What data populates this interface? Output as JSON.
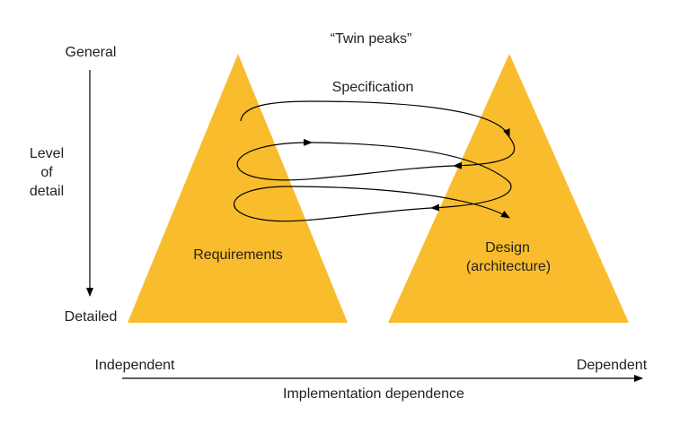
{
  "title": "“Twin peaks”",
  "top_arrow_label": "Specification",
  "left_axis": {
    "top_label": "General",
    "middle_label_lines": [
      "Level",
      "of",
      "detail"
    ],
    "bottom_label": "Detailed"
  },
  "peaks": {
    "left_label": "Requirements",
    "right_label_lines": [
      "Design",
      "(architecture)"
    ],
    "fill_color": "#F9BC2C"
  },
  "bottom_axis": {
    "left_label": "Independent",
    "right_label": "Dependent",
    "axis_label": "Implementation dependence"
  }
}
